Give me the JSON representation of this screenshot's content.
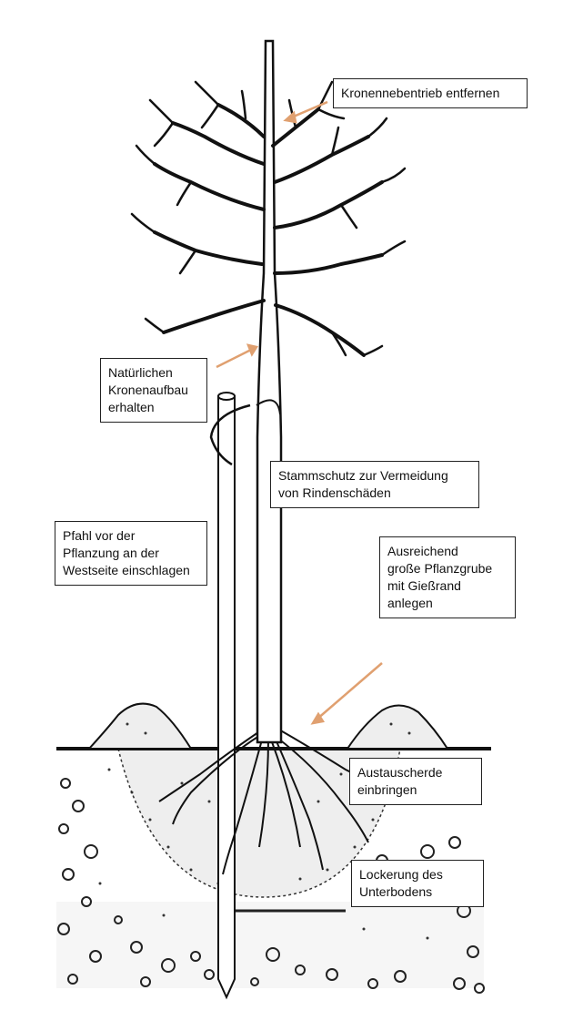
{
  "labels": {
    "krone": {
      "lines": [
        "Kronennebentrieb entfernen"
      ]
    },
    "kronenaufbau": {
      "lines": [
        "Natürlichen",
        "Kronenaufbau",
        "erhalten"
      ]
    },
    "stammschutz": {
      "lines": [
        "Stammschutz zur Vermeidung",
        "von Rindenschäden"
      ]
    },
    "pfahl": {
      "lines": [
        "Pfahl vor der",
        "Pflanzung an der",
        "Westseite einschlagen"
      ]
    },
    "pflanzgrube": {
      "lines": [
        "Ausreichend",
        "große Pflanzgrube",
        "mit Gießrand",
        "anlegen"
      ]
    },
    "austauscherde": {
      "lines": [
        "Austauscherde",
        "einbringen"
      ]
    },
    "unterboden": {
      "lines": [
        "Lockerung des",
        "Unterbodens"
      ]
    }
  },
  "colors": {
    "arrow": "#e0a070",
    "ink": "#222222",
    "soil_ground": "#f4f4f4"
  },
  "icons": [
    "tree-icon",
    "stake-icon",
    "arrow-icon"
  ]
}
